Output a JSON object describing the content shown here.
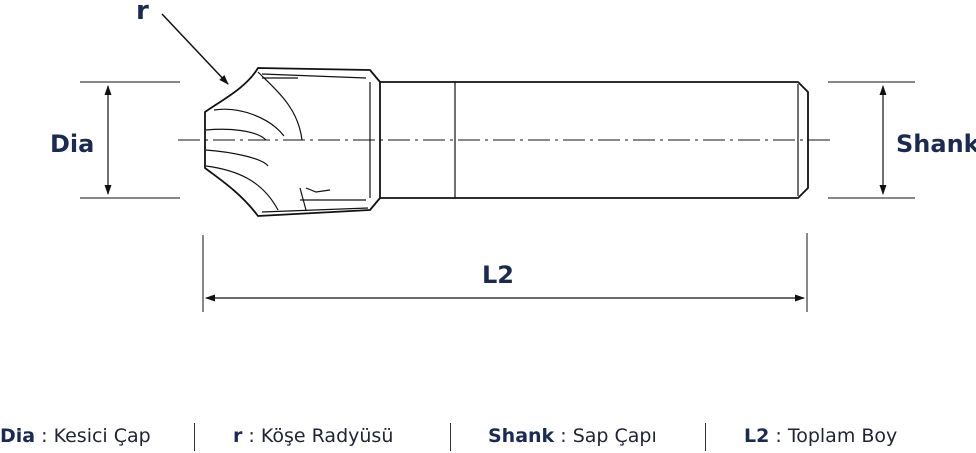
{
  "labels": {
    "r": "r",
    "dia": "Dia",
    "shank": "Shank",
    "l2": "L2"
  },
  "legend": [
    {
      "key": "Dia",
      "sep": ":",
      "desc": "Kesici Çap"
    },
    {
      "key": "r",
      "sep": ":",
      "desc": "Köşe Radyüsü"
    },
    {
      "key": "Shank",
      "sep": ":",
      "desc": "Sap Çapı"
    },
    {
      "key": "L2",
      "sep": ":",
      "desc": "Toplam Boy"
    }
  ],
  "colors": {
    "label": "#1a2a52",
    "line": "#111111"
  }
}
